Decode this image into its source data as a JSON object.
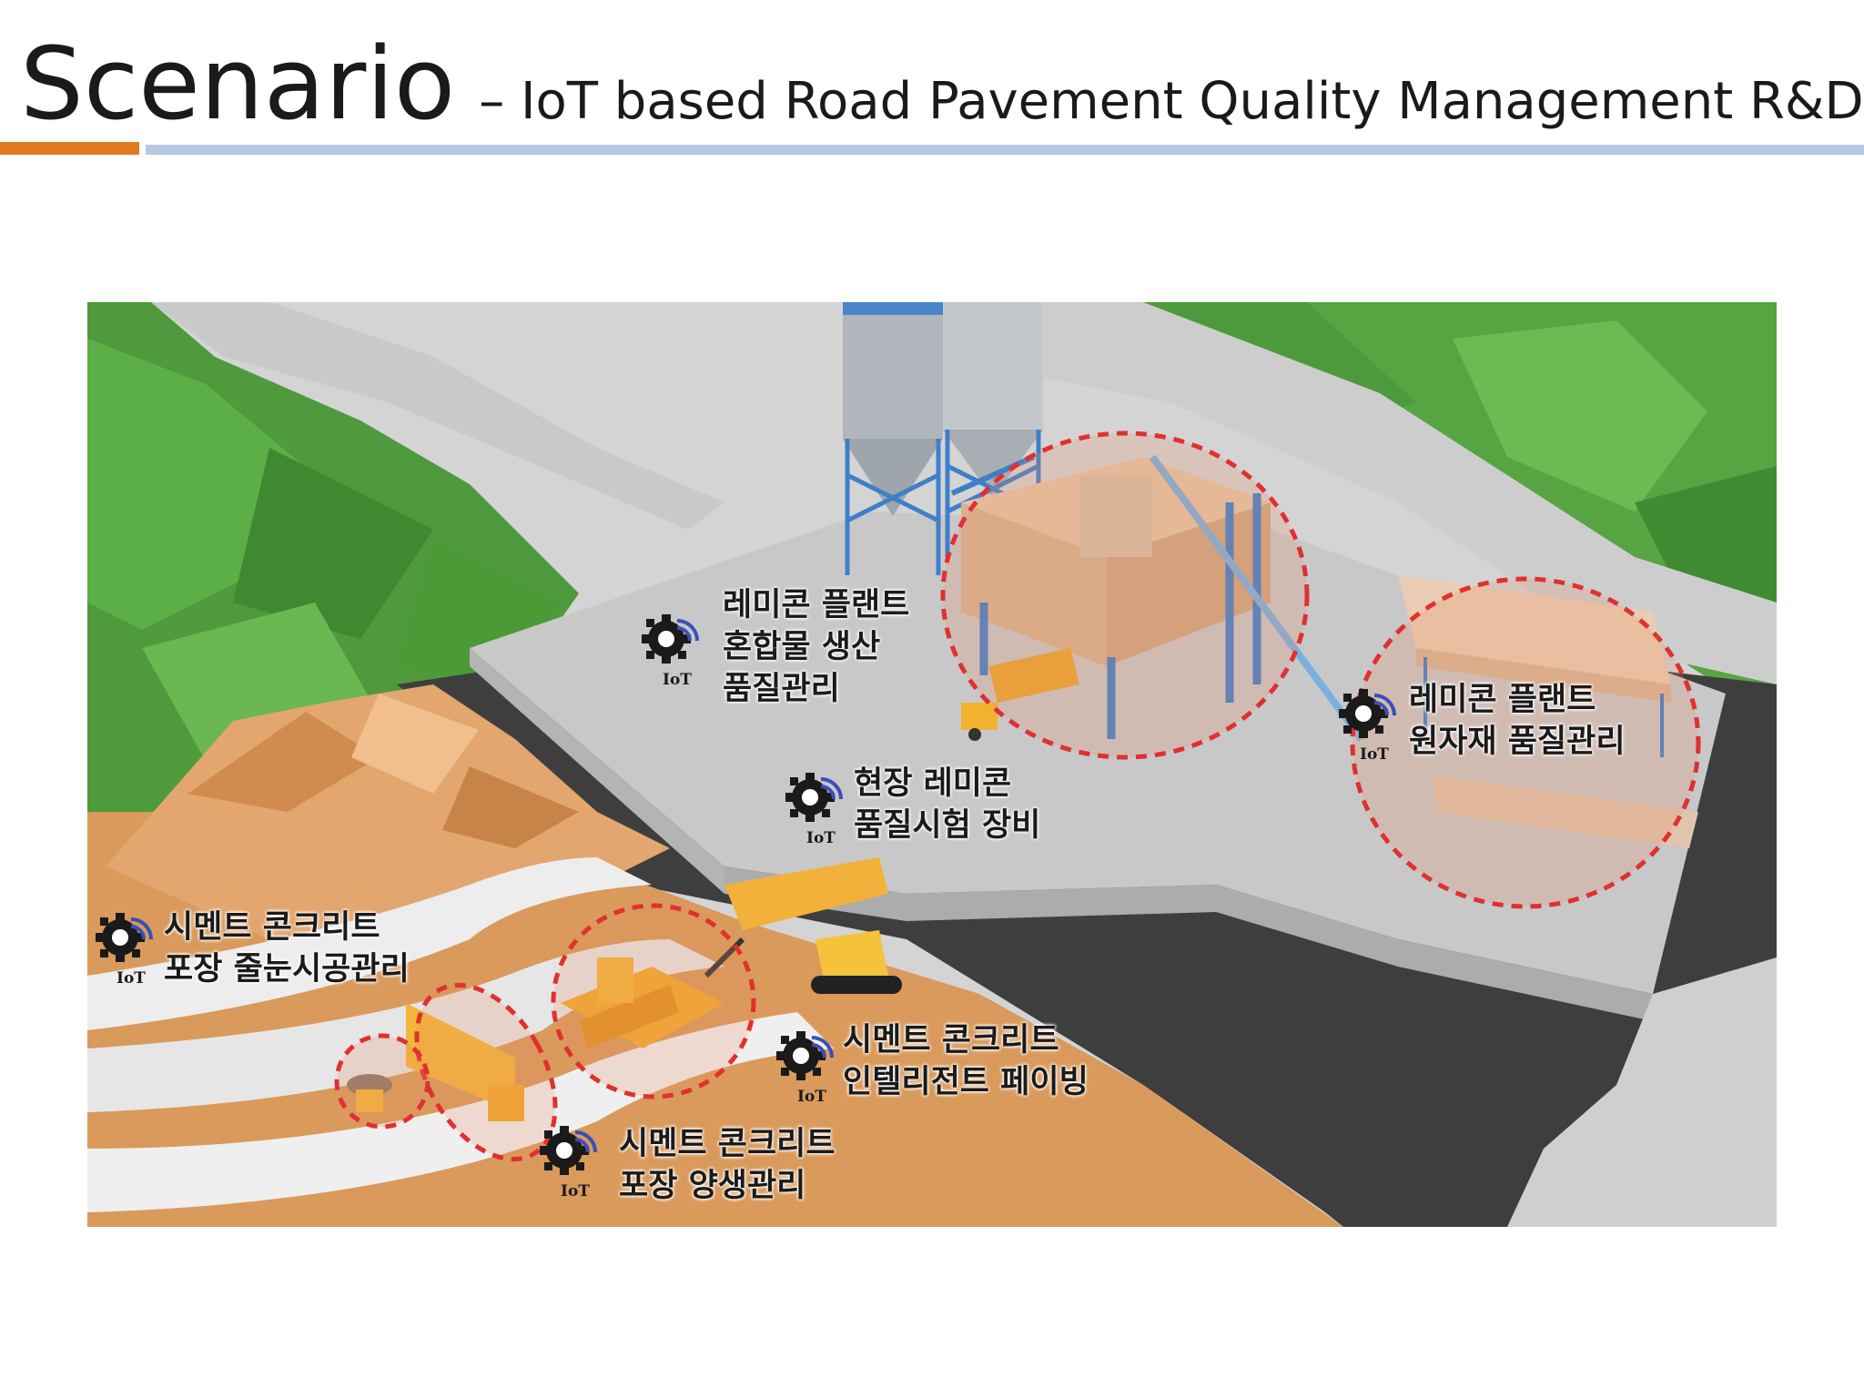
{
  "header": {
    "title": "Scenario",
    "subtitle": "– IoT based Road Pavement Quality Management R&D"
  },
  "illustration": {
    "iot_badge": "IoT",
    "labels": [
      {
        "lines": [
          "레미콘 플랜트",
          "혼합물 생산",
          "품질관리"
        ]
      },
      {
        "lines": [
          "레미콘 플랜트",
          "원자재 품질관리"
        ]
      },
      {
        "lines": [
          "현장 레미콘",
          "품질시험 장비"
        ]
      },
      {
        "lines": [
          "시멘트 콘크리트",
          "포장 줄눈시공관리"
        ]
      },
      {
        "lines": [
          "시멘트 콘크리트",
          "인텔리전트 페이빙"
        ]
      },
      {
        "lines": [
          "시멘트 콘크리트",
          "포장 양생관리"
        ]
      }
    ]
  },
  "colors": {
    "accent_orange": "#e07a1f",
    "accent_blue": "#b6c8e2",
    "highlight_circle": "#e03030",
    "iot_wifi": "#3a4fb8"
  }
}
